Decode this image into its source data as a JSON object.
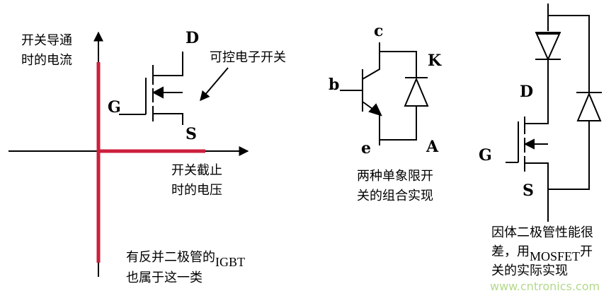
{
  "colors": {
    "axis": "#000000",
    "highlight": "#cc1f3c",
    "watermark": "#b4d98c"
  },
  "quadrant": {
    "y_axis_label_line1": "开关导通",
    "y_axis_label_line2": "时的电流",
    "x_axis_label_line1": "开关截止",
    "x_axis_label_line2": "时的电压",
    "mosfet_drain": "D",
    "mosfet_gate": "G",
    "mosfet_source": "S",
    "arrow_caption": "可控电子开关",
    "bottom_caption_line1_prefix": "有反并二极管的",
    "bottom_caption_line1_suffix": "IGBT",
    "bottom_caption_line2": "也属于这一类"
  },
  "igbt_circuit": {
    "collector": "c",
    "base": "b",
    "emitter": "e",
    "cathode": "K",
    "anode": "A",
    "caption_line1": "两种单象限开",
    "caption_line2": "关的组合实现"
  },
  "mosfet_circuit": {
    "drain": "D",
    "gate": "G",
    "source": "S",
    "caption_line1": "因体二极管性能很",
    "caption_line2_prefix": "差，用",
    "caption_line2_sub": "MOSFET",
    "caption_line2_suffix": "开",
    "caption_line3": "关的实际实现"
  },
  "watermark": "www.cntronics.com"
}
